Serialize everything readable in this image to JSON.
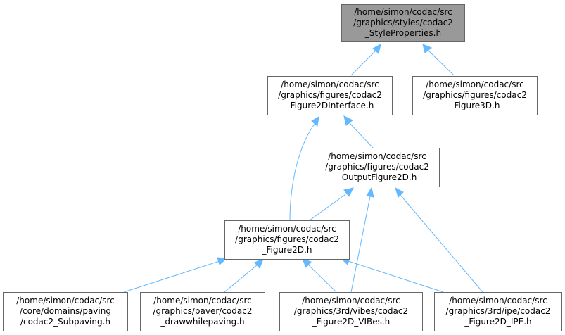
{
  "colors": {
    "edge": "#63b8ff",
    "node_border": "#666666",
    "root_fill": "#999999",
    "node_fill": "#ffffff"
  },
  "nodes": {
    "style_properties": [
      "/home/simon/codac/src",
      "/graphics/styles/codac2",
      "_StyleProperties.h"
    ],
    "figure2d_interface": [
      "/home/simon/codac/src",
      "/graphics/figures/codac2",
      "_Figure2DInterface.h"
    ],
    "figure3d": [
      "/home/simon/codac/src",
      "/graphics/figures/codac2",
      "_Figure3D.h"
    ],
    "output_figure2d": [
      "/home/simon/codac/src",
      "/graphics/figures/codac2",
      "_OutputFigure2D.h"
    ],
    "figure2d": [
      "/home/simon/codac/src",
      "/graphics/figures/codac2",
      "_Figure2D.h"
    ],
    "subpaving": [
      "/home/simon/codac/src",
      "/core/domains/paving",
      "/codac2_Subpaving.h"
    ],
    "drawwhilepaving": [
      "/home/simon/codac/src",
      "/graphics/paver/codac2",
      "_drawwhilepaving.h"
    ],
    "figure2d_vibes": [
      "/home/simon/codac/src",
      "/graphics/3rd/vibes/codac2",
      "_Figure2D_VIBes.h"
    ],
    "figure2d_ipe": [
      "/home/simon/codac/src",
      "/graphics/3rd/ipe/codac2",
      "_Figure2D_IPE.h"
    ]
  }
}
